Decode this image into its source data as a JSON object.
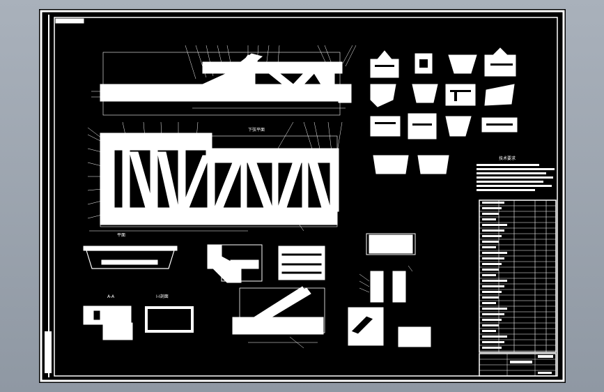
{
  "viewport": {
    "background_color": "#9aa3ad",
    "sheet_color": "#000000",
    "line_color": "#ffffff"
  },
  "drawing": {
    "section_label_top": "下弦平面",
    "label_detail_a": "A-A",
    "label_detail_b": "I-I剖面",
    "label_plan": "平面",
    "notes_title": "技术要求"
  }
}
